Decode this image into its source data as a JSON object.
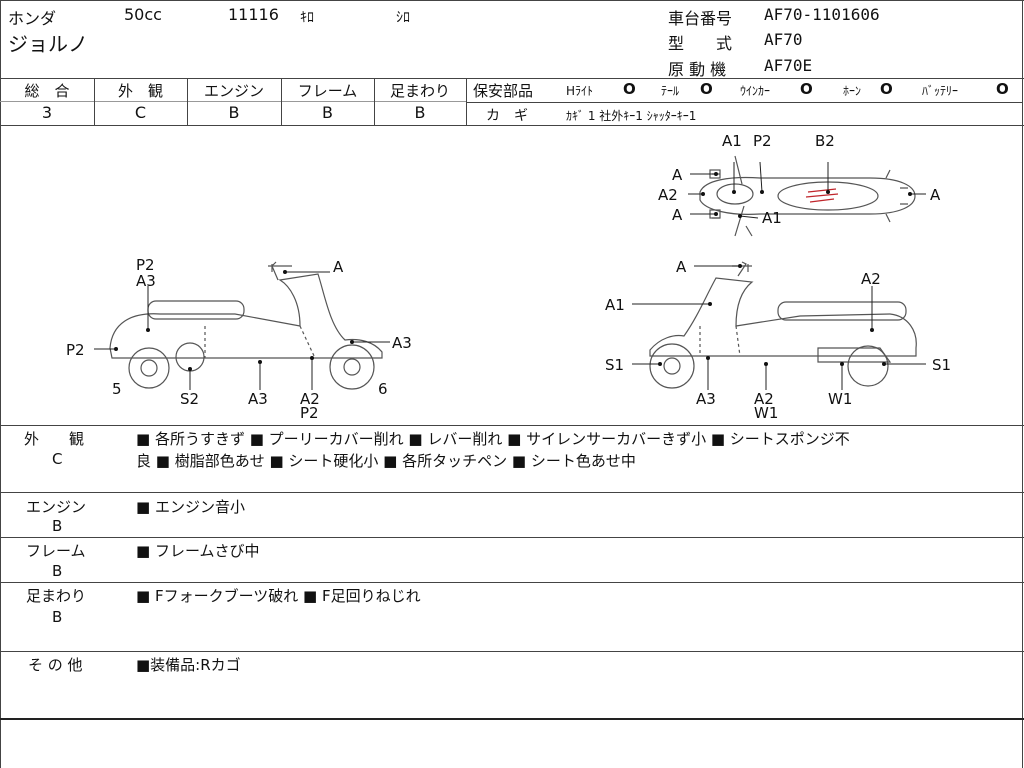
{
  "header": {
    "maker": "ホンダ",
    "displacement": "50cc",
    "mileage": "11116",
    "mileage_unit": "ｷﾛ",
    "color": "ｼﾛ",
    "model_name": "ジョルノ",
    "frame_number_label": "車台番号",
    "frame_number": "AF70-1101606",
    "model_type_label": "型　　式",
    "model_type": "AF70",
    "engine_model_label": "原 動 機",
    "engine_model": "AF70E"
  },
  "grades": {
    "overall_label": "総　合",
    "overall": "3",
    "exterior_label": "外　観",
    "exterior": "C",
    "engine_label": "エンジン",
    "engine": "B",
    "frame_label": "フレーム",
    "frame": "B",
    "suspension_label": "足まわり",
    "suspension": "B"
  },
  "safety": {
    "label": "保安部品",
    "items": [
      {
        "name": "Hﾗｲﾄ",
        "mark": "O"
      },
      {
        "name": "ﾃｰﾙ",
        "mark": "O"
      },
      {
        "name": "ｳｲﾝｶｰ",
        "mark": "O"
      },
      {
        "name": "ﾎｰﾝ",
        "mark": "O"
      },
      {
        "name": "ﾊﾞｯﾃﾘｰ",
        "mark": "O"
      }
    ],
    "keys_label": "カ　ギ",
    "keys_value": "ｶｷﾞ 1 社外ｷｰ1 ｼｬｯﾀｰｷｰ1"
  },
  "diagram_labels": {
    "top_view": {
      "a1": "A1",
      "p2": "P2",
      "b2": "B2",
      "a_left_top": "A",
      "a2": "A2",
      "a_left_bottom": "A",
      "a_right": "A",
      "a1_lower": "A1"
    },
    "left_view": {
      "p2_a3_top_1": "P2",
      "p2_a3_top_2": "A3",
      "a_handle": "A",
      "p2_left": "P2",
      "a3_right": "A3",
      "num5": "5",
      "s2": "S2",
      "a3_bottom": "A3",
      "a2_bottom": "A2",
      "p2_bottom": "P2",
      "num6": "6"
    },
    "right_view": {
      "a_handle": "A",
      "a2_top": "A2",
      "a1": "A1",
      "s1_left": "S1",
      "s1_right": "S1",
      "a3_bottom": "A3",
      "a2_bottom": "A2",
      "w1_bottom": "W1",
      "w1": "W1"
    }
  },
  "remarks": [
    {
      "label": "外　　観",
      "grade": "C",
      "lines": [
        "■ 各所うすきず ■ プーリーカバー削れ ■ レバー削れ ■ サイレンサーカバーきず小 ■ シートスポンジ不",
        "良 ■ 樹脂部色あせ ■ シート硬化小 ■ 各所タッチペン ■ シート色あせ中"
      ]
    },
    {
      "label": "エンジン",
      "grade": "B",
      "lines": [
        "■ エンジン音小"
      ]
    },
    {
      "label": "フレーム",
      "grade": "B",
      "lines": [
        "■ フレームさび中"
      ]
    },
    {
      "label": "足まわり",
      "grade": "B",
      "lines": [
        "■ Fフォークブーツ破れ ■ F足回りねじれ"
      ]
    },
    {
      "label": "そ の 他",
      "grade": "",
      "lines": [
        "■装備品:Rカゴ"
      ]
    }
  ],
  "colors": {
    "line": "#444444",
    "scratch_mark": "#c0262c"
  }
}
